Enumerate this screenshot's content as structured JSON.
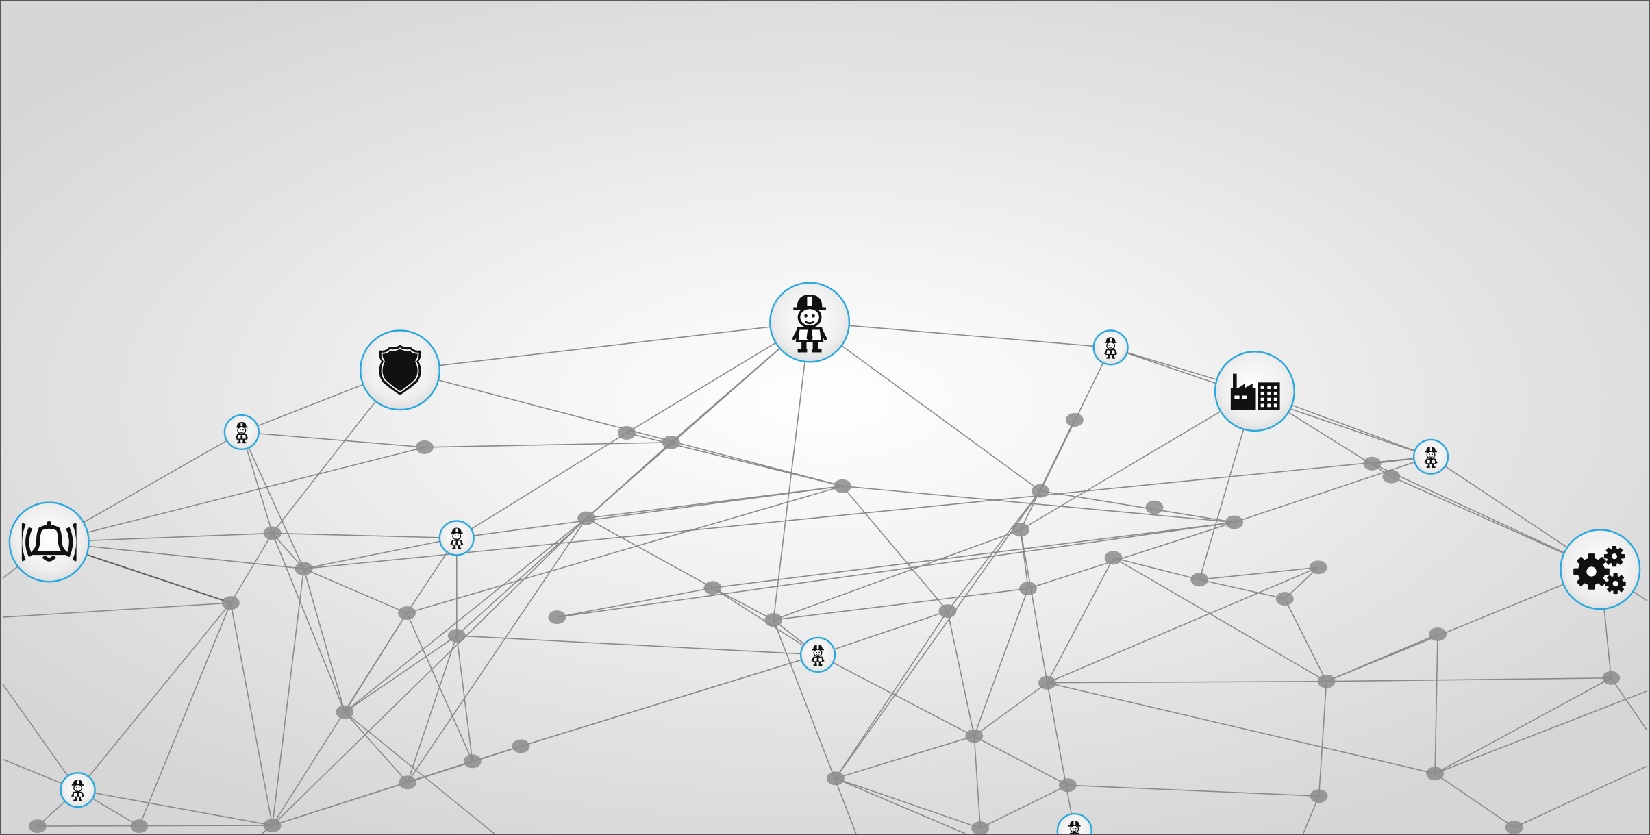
{
  "scene": {
    "hubs": [
      {
        "name": "worker-hub-icon",
        "icon": "hard-hat-worker"
      },
      {
        "name": "police-shield-icon",
        "icon": "shield"
      },
      {
        "name": "factory-icon",
        "icon": "factory-building"
      },
      {
        "name": "alarm-bell-icon",
        "icon": "ringing-bell"
      },
      {
        "name": "gears-icon",
        "icon": "gears"
      }
    ],
    "worker_nodes_icon": "hard-hat-worker",
    "colors": {
      "node_ring": "#29a8e0",
      "edge": "#8a8a8a",
      "junction": "#8c8c8c",
      "icon": "#111111",
      "background_center": "#ffffff",
      "background_edge": "#d6d6d6"
    }
  }
}
